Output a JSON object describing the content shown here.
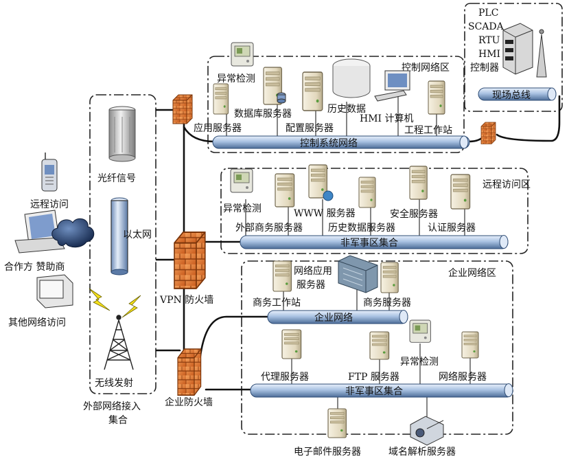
{
  "zones": {
    "control": "控制网络区",
    "remote": "远程访问区",
    "enterprise": "企业网络区",
    "external": "外部网络接入\n集合"
  },
  "buses": {
    "control": "控制系统网络",
    "field": "现场总线",
    "nonmil1": "非军事区集合",
    "enterprise": "企业网络",
    "nonmil2": "非军事区集合"
  },
  "field_devices": [
    "PLC",
    "SCADA",
    "RTU",
    "HMI",
    "控制器"
  ],
  "control_nodes": {
    "anomaly": "异常检测",
    "db": "数据库服务器",
    "history": "历史数据",
    "hmi": "HMI 计算机",
    "app": "应用服务器",
    "config": "配置服务器",
    "engineer": "工程工作站"
  },
  "remote_nodes": {
    "anomaly": "异常检测",
    "www": "WWW 服务器",
    "security": "安全服务器",
    "biz": "外部商务服务器",
    "history": "历史数据服务器",
    "auth": "认证服务器"
  },
  "enterprise_nodes": {
    "netapp": "网络应用\n服务器",
    "workstation": "商务工作站",
    "bizserver": "商务服务器",
    "proxy": "代理服务器",
    "ftp": "FTP 服务器",
    "anomaly": "异常检测",
    "network": "网络服务器",
    "mail": "电子邮件服务器",
    "dns": "域名解析服务器"
  },
  "external_nodes": {
    "fiber": "光纤信号",
    "ethernet": "以太网",
    "wireless": "无线发射"
  },
  "left_nodes": {
    "remote": "远程访问",
    "partner": "合作方  赞助商",
    "other": "其他网络访问"
  },
  "firewalls": {
    "vpn": "VPN 防火墙",
    "enterprise": "企业防火墙"
  },
  "colors": {
    "bus_fill": "#b9cde6",
    "firewall": "#e07a2e",
    "server_body": "#e9e2cf"
  }
}
